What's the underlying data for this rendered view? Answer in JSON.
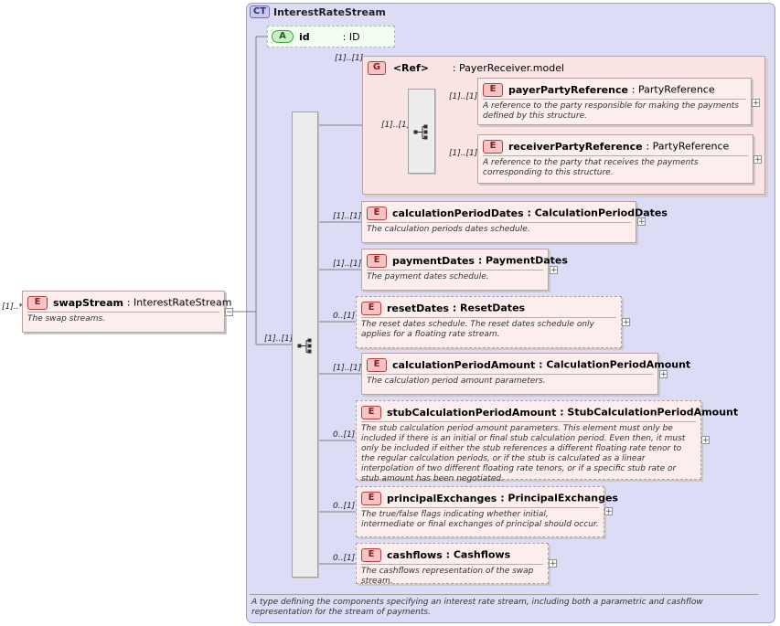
{
  "complex_type": {
    "badge": "CT",
    "name": "InterestRateStream"
  },
  "attribute": {
    "badge": "A",
    "name": "id",
    "type": ": ID"
  },
  "group": {
    "badge": "G",
    "ref": "<Ref>",
    "type": ": PayerReceiver.model",
    "cardinality": "[1]..[1]",
    "seq_cardinality": "[1]..[1]"
  },
  "group_children": [
    {
      "badge": "E",
      "name": "payerPartyReference",
      "type": ": PartyReference",
      "cardinality": "[1]..[1]",
      "doc": "A reference to the party responsible for making the payments defined by this structure."
    },
    {
      "badge": "E",
      "name": "receiverPartyReference",
      "type": ": PartyReference",
      "cardinality": "[1]..[1]",
      "doc": "A reference to the party that receives the payments corresponding to this structure."
    }
  ],
  "root": {
    "badge": "E",
    "name": "swapStream",
    "type": ": InterestRateStream",
    "cardinality": "[1]..*",
    "doc": "The swap streams.",
    "collapse": "−"
  },
  "main_seq_cardinality": "[1]..[1]",
  "elements": [
    {
      "badge": "E",
      "name": "calculationPeriodDates",
      "type": ": CalculationPeriodDates",
      "cardinality": "[1]..[1]",
      "doc": "The calculation periods dates schedule."
    },
    {
      "badge": "E",
      "name": "paymentDates",
      "type": ": PaymentDates",
      "cardinality": "[1]..[1]",
      "doc": "The payment dates schedule."
    },
    {
      "badge": "E",
      "name": "resetDates",
      "type": ": ResetDates",
      "cardinality": "0..[1]",
      "doc": "The reset dates schedule. The reset dates schedule only applies for a floating rate stream."
    },
    {
      "badge": "E",
      "name": "calculationPeriodAmount",
      "type": ": CalculationPeriodAmount",
      "cardinality": "[1]..[1]",
      "doc": "The calculation period amount parameters."
    },
    {
      "badge": "E",
      "name": "stubCalculationPeriodAmount",
      "type": ": StubCalculationPeriodAmount",
      "cardinality": "0..[1]",
      "doc": "The stub calculation period amount parameters. This element must only be included if there is an initial or final stub calculation period. Even then, it must only be included if either the stub references a different floating rate tenor to the regular calculation periods, or if the stub is calculated as a linear interpolation of two different floating rate tenors, or if a specific stub rate or stub amount has been negotiated."
    },
    {
      "badge": "E",
      "name": "principalExchanges",
      "type": ": PrincipalExchanges",
      "cardinality": "0..[1]",
      "doc": "The true/false flags indicating whether initial, intermediate or final exchanges of principal should occur."
    },
    {
      "badge": "E",
      "name": "cashflows",
      "type": ": Cashflows",
      "cardinality": "0..[1]",
      "doc": "The cashflows representation of the swap stream."
    }
  ],
  "expand_symbol": "+",
  "footer_doc": "A type defining the components specifying an interest rate stream, including both a parametric and cashflow representation for the stream of payments."
}
